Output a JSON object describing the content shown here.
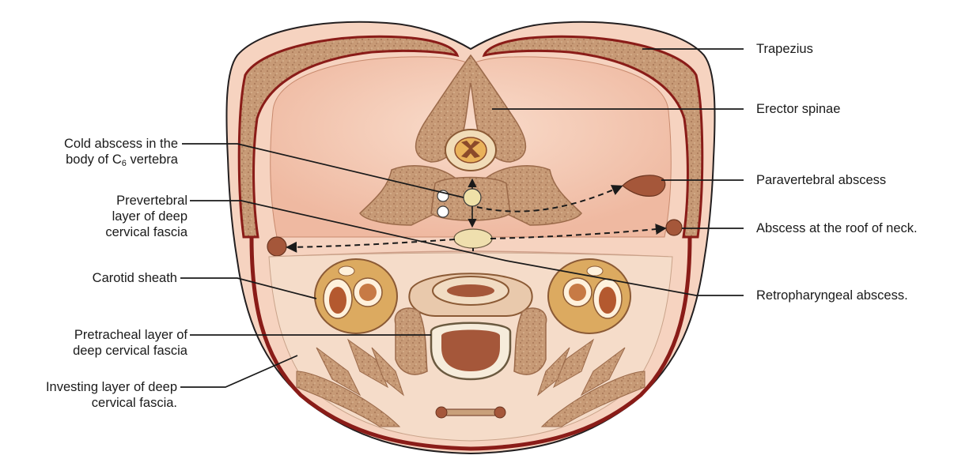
{
  "diagram": {
    "colors": {
      "skin_outline": "#231f20",
      "skin_fill": "#f6d3c0",
      "inner_fill": "#f4c6b0",
      "fat_fill": "#f3e2c8",
      "muscle_fill": "#c99a75",
      "muscle_edge": "#9b6a4a",
      "fascia_red": "#8a1c18",
      "abscess_fill": "#a5573a",
      "vertebra_fill": "#efdcc0",
      "cord_fill": "#8b4a2a",
      "carotid_fill": "#d9a25a",
      "vessel_fill": "#b4592f",
      "leader": "#1a1a1a"
    },
    "labels_left": {
      "cold_abscess_line1": "Cold abscess in the",
      "cold_abscess_line2_pre": "body of C",
      "cold_abscess_sub": "6",
      "cold_abscess_line2_post": " vertebra",
      "prevertebral_line1": "Prevertebral",
      "prevertebral_line2": "layer of deep",
      "prevertebral_line3": "cervical fascia",
      "carotid_sheath": "Carotid sheath",
      "pretracheal_line1": "Pretracheal layer of",
      "pretracheal_line2": "deep cervical fascia",
      "investing_line1": "Investing layer of deep",
      "investing_line2": "cervical fascia."
    },
    "labels_right": {
      "trapezius": "Trapezius",
      "erector_spinae": "Erector spinae",
      "paravertebral_abscess": "Paravertebral abscess",
      "abscess_roof": "Abscess at the roof of neck.",
      "retropharyngeal_abscess": "Retropharyngeal abscess."
    }
  }
}
